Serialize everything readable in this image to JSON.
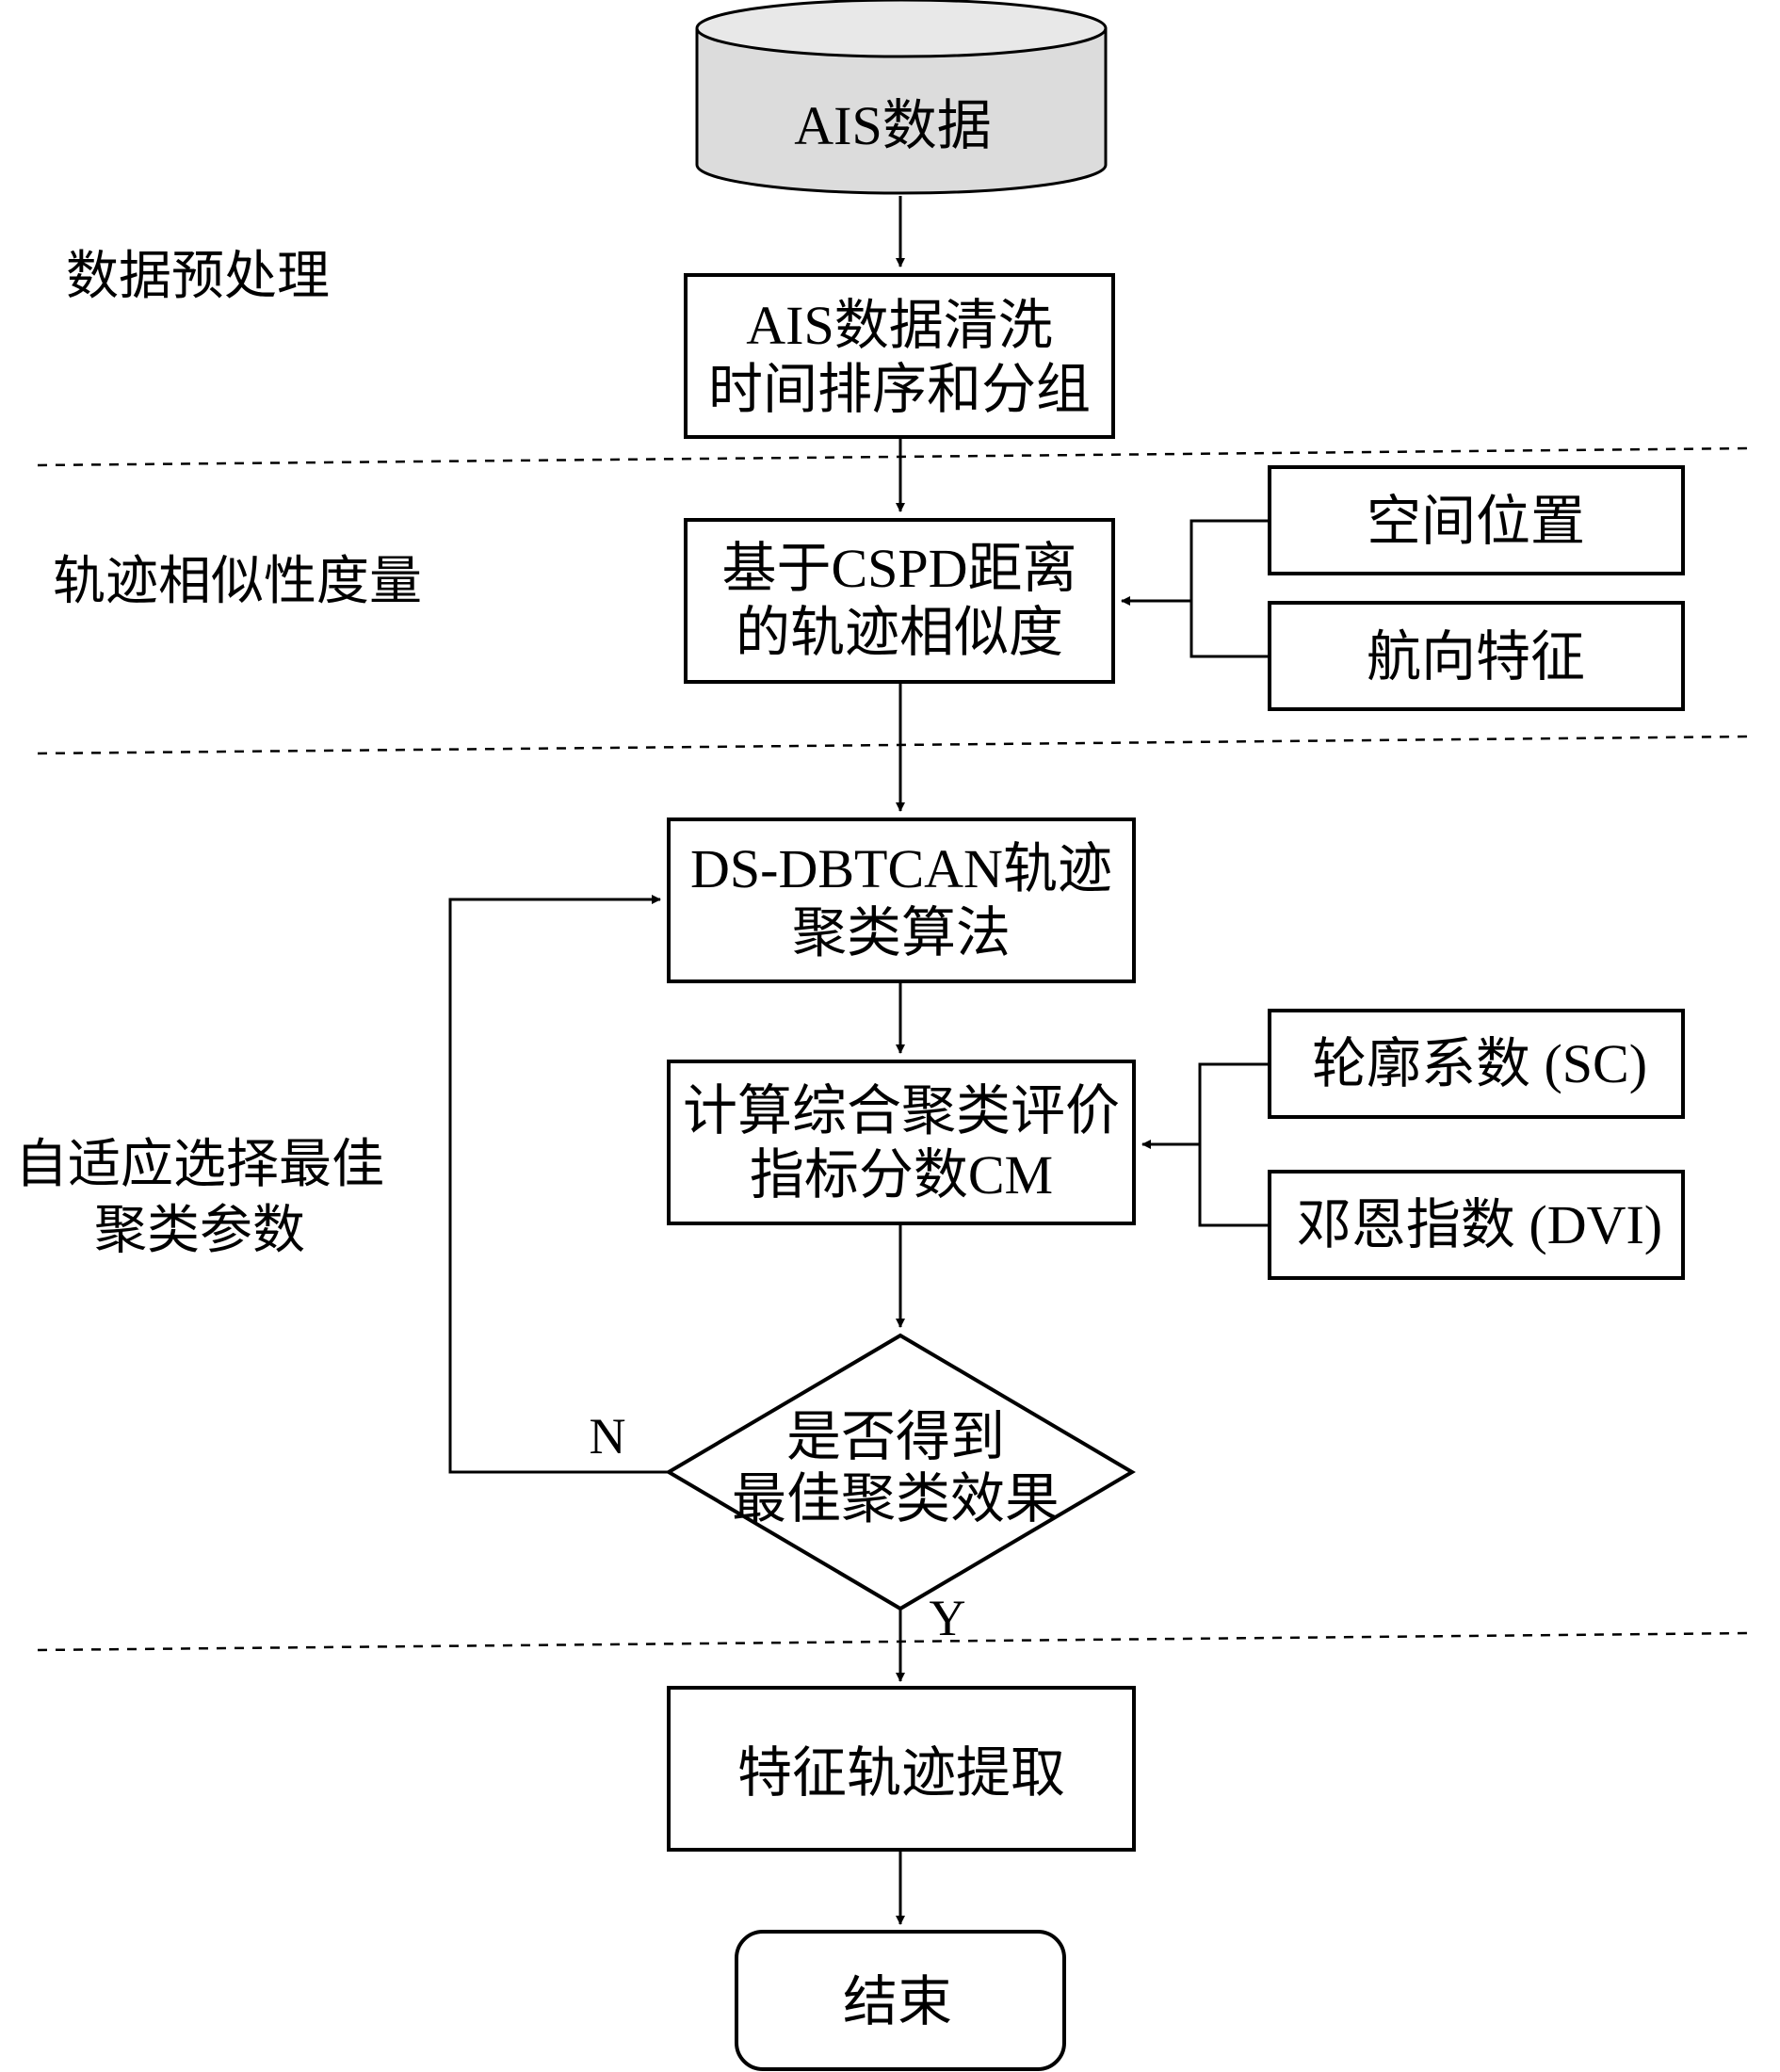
{
  "sections": {
    "preprocess": [
      "数据预处理"
    ],
    "similarity": [
      "轨迹相似性度量"
    ],
    "adaptive": [
      "自适应选择最佳",
      "聚类参数"
    ]
  },
  "nodes": {
    "ais_data": [
      "AIS数据"
    ],
    "cleaning": [
      "AIS数据清洗",
      "时间排序和分组"
    ],
    "similarity": [
      "基于CSPD距离",
      "的轨迹相似度"
    ],
    "spatial_position": [
      "空间位置"
    ],
    "heading_feature": [
      "航向特征"
    ],
    "clustering": [
      "DS-DBTCAN轨迹",
      "聚类算法"
    ],
    "cm_score": [
      "计算综合聚类评价",
      "指标分数CM"
    ],
    "silhouette": [
      "轮廓系数 (SC)"
    ],
    "dunn_index": [
      "邓恩指数 (DVI)"
    ],
    "decision": [
      "是否得到",
      "最佳聚类效果"
    ],
    "feature_extraction": [
      "特征轨迹提取"
    ],
    "end": [
      "结束"
    ]
  },
  "branch_labels": {
    "no": "N",
    "yes": "Y"
  },
  "colors": {
    "database_fill": "#dcdcdc",
    "stroke": "#000000",
    "background": "#ffffff"
  }
}
